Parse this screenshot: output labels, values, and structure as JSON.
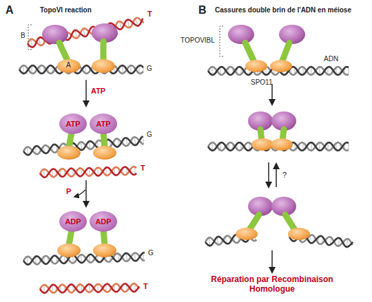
{
  "diagram": {
    "nodes": [
      {
        "text": [
          "ATP"
        ]
      },
      {
        "text": [
          "ATP"
        ]
      },
      {
        "text": [
          "ADP"
        ]
      },
      {
        "text": [
          "ADP"
        ]
      }
    ],
    "labels": [
      "A",
      "TopoVI reaction",
      "B",
      "T",
      "A",
      "G",
      "ATP",
      "G",
      "T",
      "P",
      "G",
      "T",
      "B",
      "Cassures double brin de l'ADN en méiose",
      "TOPOVIBL",
      "ADN",
      "SPO11",
      "?",
      "Réparation par Recombinaison Homologue"
    ]
  }
}
